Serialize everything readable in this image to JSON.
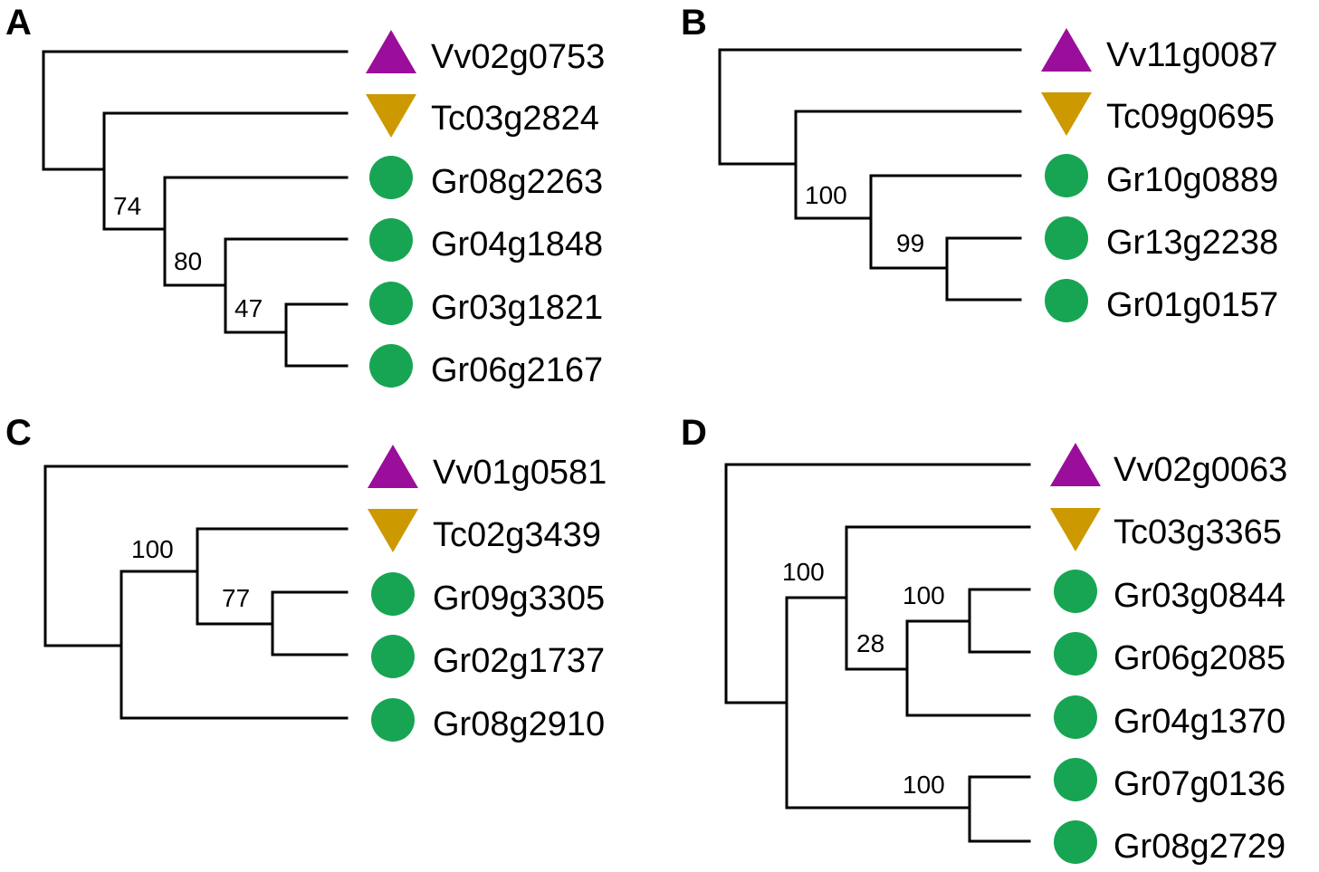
{
  "colors": {
    "Vv": "#9b0d9b",
    "Tc": "#cc9900",
    "Gr": "#17a553",
    "branch": "#000000"
  },
  "legend_symbols": {
    "Vv": "triangle-up-icon",
    "Tc": "triangle-down-icon",
    "Gr": "circle-icon"
  },
  "panels": [
    {
      "id": "A",
      "letter": "A",
      "leaves": [
        {
          "label": "Vv02g0753",
          "species": "Vv"
        },
        {
          "label": "Tc03g2824",
          "species": "Tc"
        },
        {
          "label": "Gr08g2263",
          "species": "Gr"
        },
        {
          "label": "Gr04g1848",
          "species": "Gr"
        },
        {
          "label": "Gr03g1821",
          "species": "Gr"
        },
        {
          "label": "Gr06g2167",
          "species": "Gr"
        }
      ],
      "support_values": [
        "74",
        "80",
        "47"
      ]
    },
    {
      "id": "B",
      "letter": "B",
      "leaves": [
        {
          "label": "Vv11g0087",
          "species": "Vv"
        },
        {
          "label": "Tc09g0695",
          "species": "Tc"
        },
        {
          "label": "Gr10g0889",
          "species": "Gr"
        },
        {
          "label": "Gr13g2238",
          "species": "Gr"
        },
        {
          "label": "Gr01g0157",
          "species": "Gr"
        }
      ],
      "support_values": [
        "100",
        "99"
      ]
    },
    {
      "id": "C",
      "letter": "C",
      "leaves": [
        {
          "label": "Vv01g0581",
          "species": "Vv"
        },
        {
          "label": "Tc02g3439",
          "species": "Tc"
        },
        {
          "label": "Gr09g3305",
          "species": "Gr"
        },
        {
          "label": "Gr02g1737",
          "species": "Gr"
        },
        {
          "label": "Gr08g2910",
          "species": "Gr"
        }
      ],
      "support_values": [
        "100",
        "77"
      ]
    },
    {
      "id": "D",
      "letter": "D",
      "leaves": [
        {
          "label": "Vv02g0063",
          "species": "Vv"
        },
        {
          "label": "Tc03g3365",
          "species": "Tc"
        },
        {
          "label": "Gr03g0844",
          "species": "Gr"
        },
        {
          "label": "Gr06g2085",
          "species": "Gr"
        },
        {
          "label": "Gr04g1370",
          "species": "Gr"
        },
        {
          "label": "Gr07g0136",
          "species": "Gr"
        },
        {
          "label": "Gr08g2729",
          "species": "Gr"
        }
      ],
      "support_values": [
        "100",
        "100",
        "28",
        "100"
      ]
    }
  ]
}
